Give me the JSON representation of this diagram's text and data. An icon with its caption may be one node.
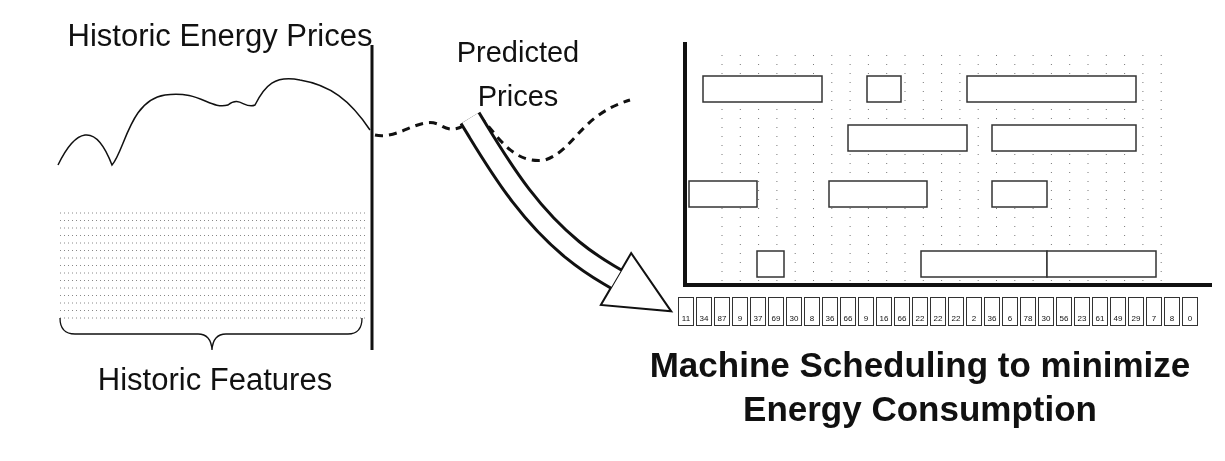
{
  "diagram": {
    "title": "Machine Scheduling to minimize Energy Consumption",
    "nodes": [
      {
        "text": [
          "Predicted Prices"
        ]
      },
      {
        "text": [],
        "shape": "picture"
      }
    ],
    "edges": [
      {
        "from": 0,
        "to": 1,
        "arrow": "to"
      }
    ],
    "labels": [
      "Historic Energy Prices",
      "Historic Features",
      "11",
      "34",
      "87",
      "9",
      "37",
      "69",
      "30",
      "8",
      "36",
      "66",
      "9",
      "16",
      "66",
      "22",
      "22",
      "22",
      "2",
      "36",
      "6",
      "78",
      "30",
      "56",
      "23",
      "61",
      "49",
      "29",
      "7",
      "8",
      "0"
    ]
  }
}
